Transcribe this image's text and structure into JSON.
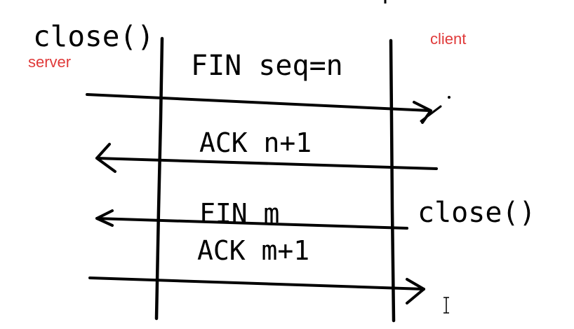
{
  "labels": {
    "server_call": "close()",
    "server_role": "server",
    "client_role": "client",
    "client_call": "close()"
  },
  "messages": [
    {
      "text": "FIN seq=n"
    },
    {
      "text": "ACK n+1"
    },
    {
      "text": "FIN m"
    },
    {
      "text": "ACK m+1"
    }
  ],
  "colors": {
    "ink": "#000000",
    "role_label": "#e03a3a"
  },
  "icons": {
    "cursor": "text-cursor-icon"
  }
}
